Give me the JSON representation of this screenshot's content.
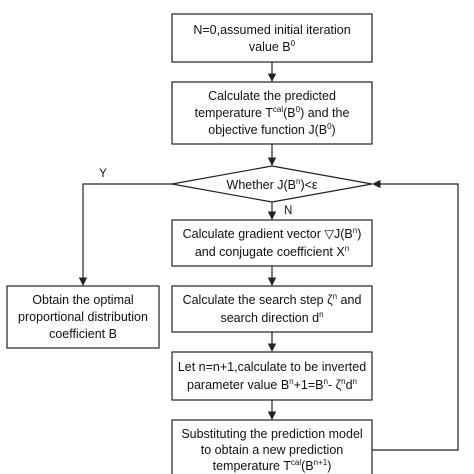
{
  "nodes": {
    "init": {
      "line1": "N=0,assumed initial iteration",
      "line2_a": "value B",
      "line2_sup": "0"
    },
    "calc_pred": {
      "line1": "Calculate the predicted",
      "line2_a": "temperature T",
      "line2_sup1": "cal",
      "line2_b": "(B",
      "line2_sup2": "0",
      "line2_c": ") and the",
      "line3_a": "objective function J(B",
      "line3_sup": "0",
      "line3_b": ")"
    },
    "decision": {
      "text_a": "Whether J(B",
      "text_sup": "n",
      "text_b": ")<ε"
    },
    "gradient": {
      "line1_a": "Calculate gradient vector ▽J(B",
      "line1_sup": "n",
      "line1_b": ")",
      "line2_a": "and conjugate coefficient X",
      "line2_sup": "n"
    },
    "optimal": {
      "line1": "Obtain the optimal",
      "line2": "proportional distribution",
      "line3": "coefficient B"
    },
    "search_step": {
      "line1_a": "Calculate the search step ζ",
      "line1_sup": "n",
      "line1_b": " and",
      "line2_a": "search direction d",
      "line2_sup": "n"
    },
    "update": {
      "line1": "Let n=n+1,calculate to be inverted",
      "line2_a": "parameter value B",
      "line2_sup1": "n",
      "line2_b": "+1=B",
      "line2_sup2": "n",
      "line2_c": "- ζ",
      "line2_sup3": "n",
      "line2_d": "d",
      "line2_sup4": "n"
    },
    "substitute": {
      "line1": "Substituting the prediction model",
      "line2": "to obtain a new prediction",
      "line3_a": "temperature T",
      "line3_sup1": "cal",
      "line3_b": "(B",
      "line3_sup2": "n+1",
      "line3_c": ")"
    }
  },
  "edge_labels": {
    "yes": "Y",
    "no": "N"
  }
}
